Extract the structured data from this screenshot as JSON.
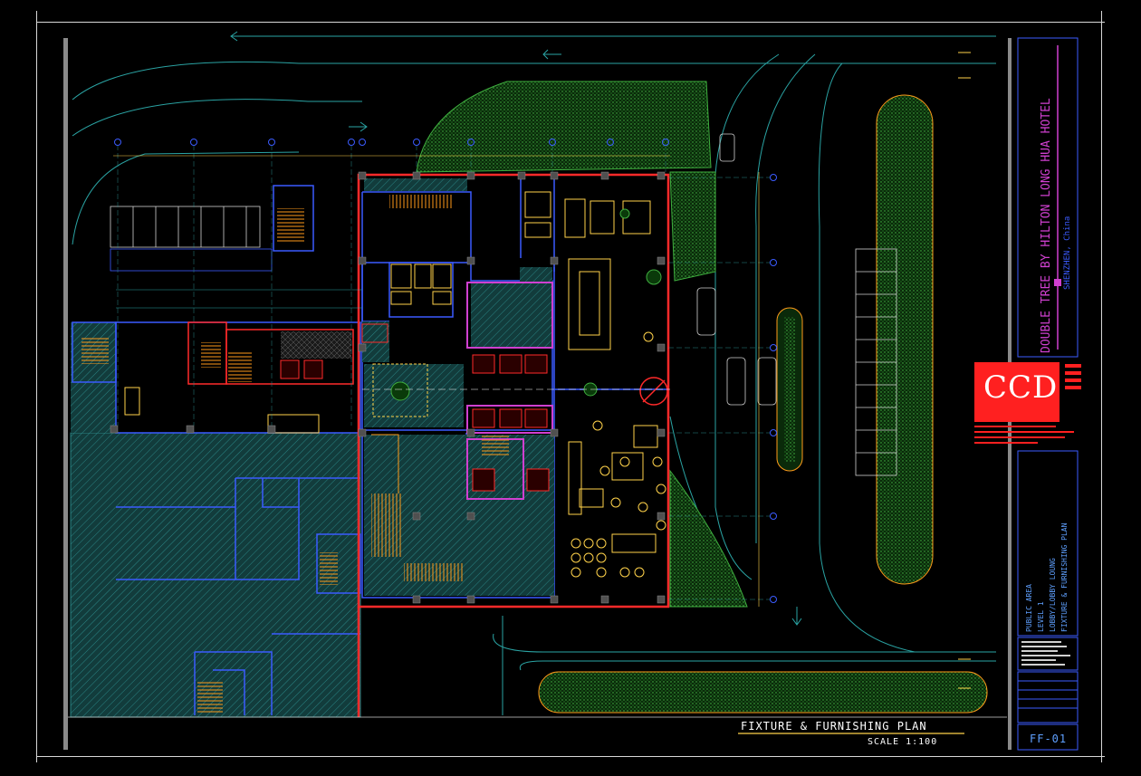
{
  "drawing": {
    "title": "FIXTURE & FURNISHING PLAN",
    "scale": "SCALE 1:100",
    "sheet_number": "FF-01"
  },
  "project": {
    "name": "DOUBLE TREE BY HILTON LONG HUA HOTEL",
    "location": "SHENZHEN, China"
  },
  "designer": {
    "logo": "CCD"
  },
  "sheet_info": {
    "area": "PUBLIC AREA",
    "level": "LEVEL 1",
    "room": "LOBBY/LOBBY LOUNG",
    "plan_type": "FIXTURE & FURNISHING PLAN"
  },
  "colors": {
    "background": "#000000",
    "wall_red": "#ff2a2a",
    "wall_blue": "#3b5bff",
    "hatch_teal": "#1f6f6f",
    "landscape_green": "#3fae3f",
    "furniture_yellow": "#ffd24a",
    "stair_orange": "#ff9a1a",
    "road_cyan": "#2aa3a3",
    "partition_magenta": "#d040d0",
    "title_blue": "#5fa0ff",
    "logo_red": "#ff2020"
  }
}
